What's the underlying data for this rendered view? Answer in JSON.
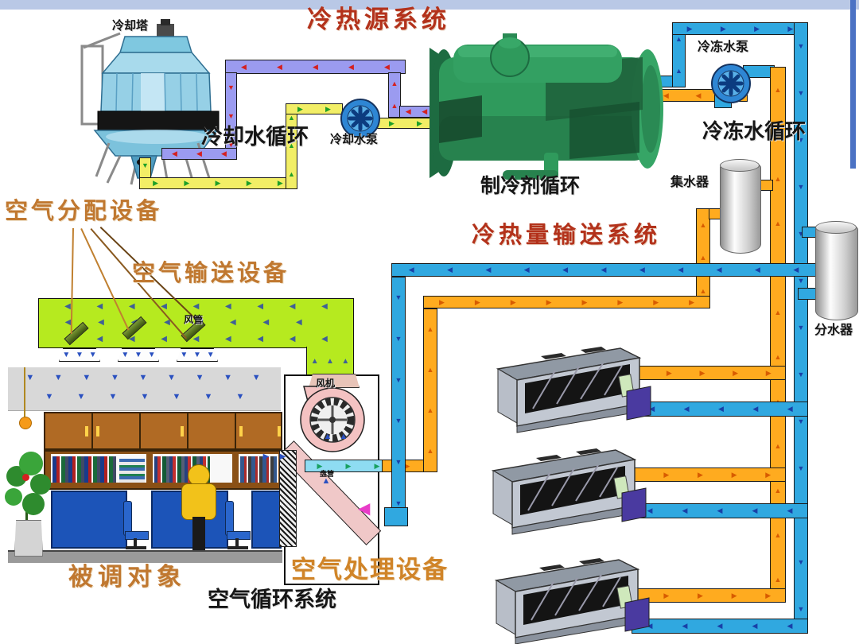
{
  "diagram": {
    "type": "hvac-central-air-conditioning-system",
    "titles": {
      "source_system": "冷热源系统",
      "transport_system": "冷热量输送系统",
      "air_loop_system": "空气循环系统"
    },
    "equipment": {
      "cooling_tower": "冷却塔",
      "cooling_water_pump": "冷却水泵",
      "chilled_water_pump": "冷冻水泵",
      "collector": "集水器",
      "distributor": "分水器",
      "fan": "风机",
      "coil": "盘管",
      "air_duct": "风管"
    },
    "loops": {
      "cooling_water_loop": "冷却水循环",
      "refrigerant_loop": "制冷剂循环",
      "chilled_water_loop": "冷冻水循环"
    },
    "zones": {
      "air_distribution": "空气分配设备",
      "air_transport": "空气输送设备",
      "air_handling": "空气处理设备",
      "conditioned_object": "被调对象"
    },
    "colors": {
      "cooling_return_pipe_purple": "#9b9bf0",
      "cooling_supply_pipe_yellow": "#f2ee66",
      "chilled_supply_pipe_blue": "#30a8e0",
      "return_pipe_orange": "#ffab1f",
      "coil_outlet_pipe_lightblue": "#8edcf2",
      "air_duct_green": "#b6ea1f",
      "heading_red": "#b3321b",
      "heading_orange": "#c07830"
    }
  }
}
